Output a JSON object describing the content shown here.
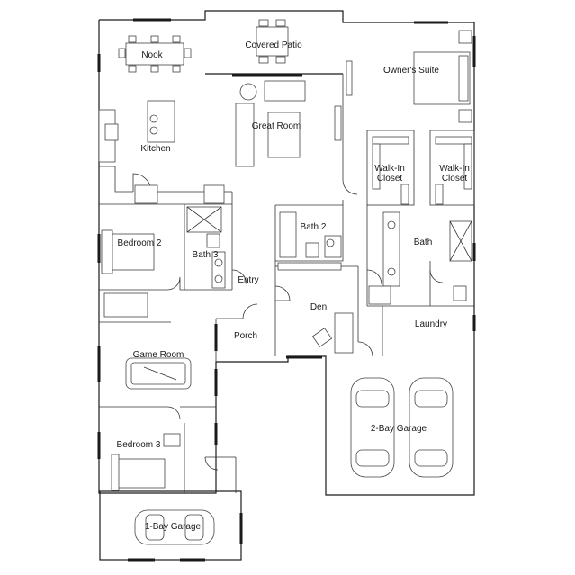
{
  "rooms": {
    "covered_patio": "Covered Patio",
    "nook": "Nook",
    "owners_suite": "Owner's Suite",
    "great_room": "Great Room",
    "kitchen": "Kitchen",
    "walk_in_closet_left_1": "Walk-In",
    "walk_in_closet_left_2": "Closet",
    "walk_in_closet_right_1": "Walk-In",
    "walk_in_closet_right_2": "Closet",
    "bath_2": "Bath 2",
    "bedroom_2": "Bedroom 2",
    "bath_3": "Bath 3",
    "bath": "Bath",
    "entry": "Entry",
    "den": "Den",
    "porch": "Porch",
    "laundry": "Laundry",
    "game_room": "Game Room",
    "two_bay_garage": "2-Bay Garage",
    "bedroom_3": "Bedroom 3",
    "one_bay_garage": "1-Bay Garage"
  }
}
